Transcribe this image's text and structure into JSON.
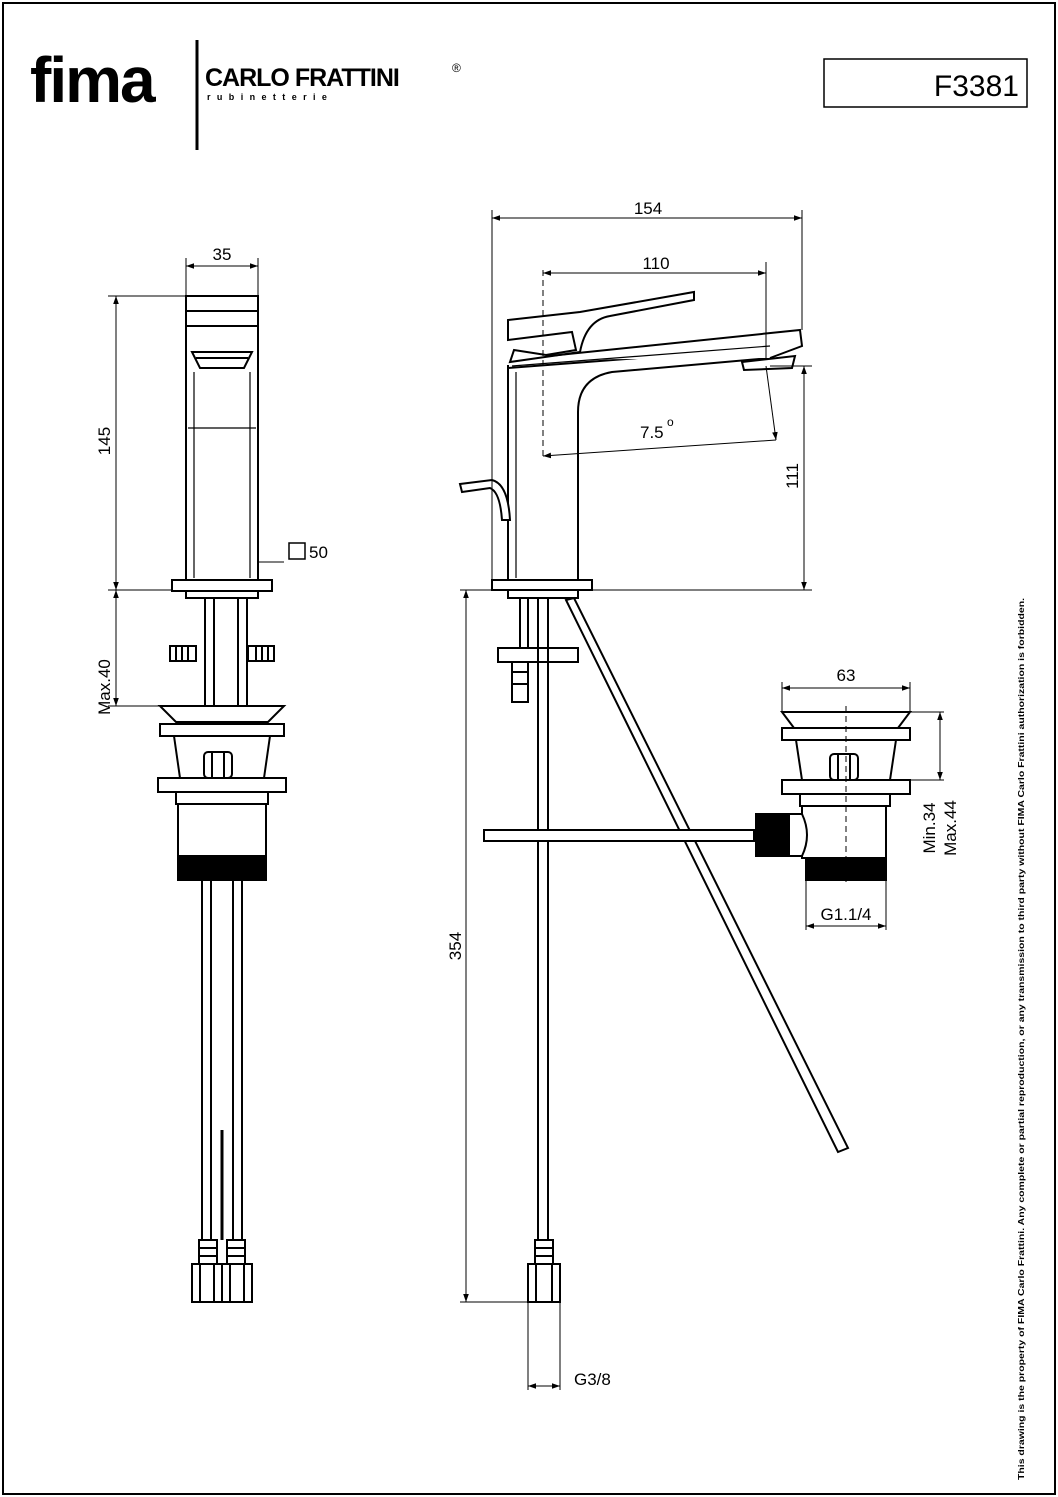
{
  "logo": {
    "name": "fima",
    "brand": "CARLO FRATTINI",
    "registered": "®",
    "subtitle": "rubinetterie"
  },
  "product_code": "F3381",
  "copyright_notice": "This drawing is the property of FIMA Carlo Frattini. Any complete or partial reproduction, or any transmission to third party without FIMA Carlo Frattini authorization is forbidden.",
  "dimensions": {
    "front_width": "35",
    "front_height": "145",
    "base_square": "50",
    "deck_thickness": "Max.40",
    "side_length": "154",
    "spout_reach": "110",
    "spout_angle": "7.5",
    "degree": "o",
    "spout_height": "111",
    "hose_length": "354",
    "hose_thread": "G3/8",
    "waste_width": "63",
    "waste_min": "Min.34",
    "waste_max": "Max.44",
    "waste_thread": "G1.1/4"
  }
}
